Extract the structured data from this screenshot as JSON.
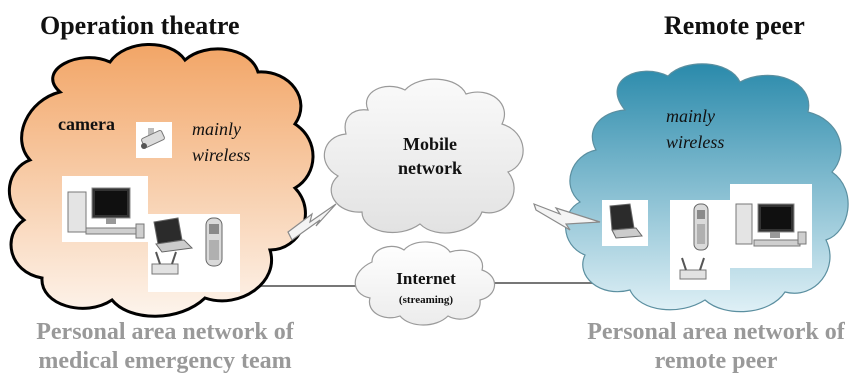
{
  "headings": {
    "left": "Operation theatre",
    "right": "Remote peer"
  },
  "left_cloud": {
    "camera_label": "camera",
    "wireless_line1": "mainly",
    "wireless_line2": "wireless"
  },
  "right_cloud": {
    "wireless_line1": "mainly",
    "wireless_line2": "wireless"
  },
  "mobile_cloud": {
    "line1": "Mobile",
    "line2": "network"
  },
  "internet_cloud": {
    "line1": "Internet",
    "line2": "(streaming)"
  },
  "captions": {
    "left_line1": "Personal area network of",
    "left_line2": "medical emergency team",
    "right_line1": "Personal area network of",
    "right_line2": "remote peer"
  },
  "colors": {
    "left_cloud_top": "#f2a566",
    "left_cloud_bottom": "#fdf3ea",
    "right_cloud_top": "#2d8fae",
    "right_cloud_bottom": "#d9edf4",
    "mobile_cloud": "#e9e9e9",
    "caption_gray": "#999999"
  },
  "icons": [
    "security-camera-icon",
    "desktop-pc-icon",
    "laptop-icon",
    "mobile-phone-icon",
    "wireless-router-icon",
    "lightning-link-icon"
  ]
}
